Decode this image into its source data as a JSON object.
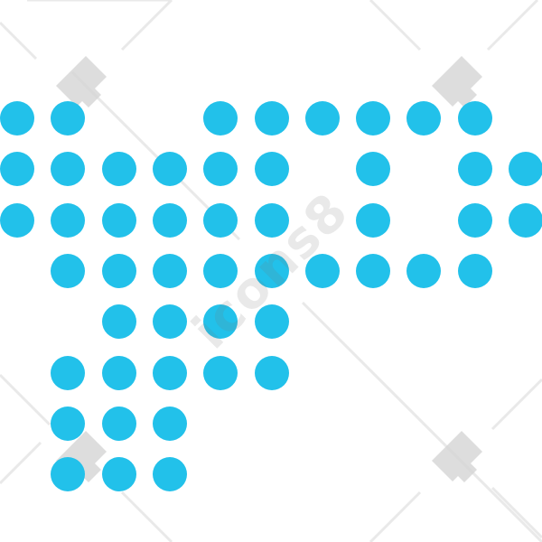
{
  "image": {
    "background_color": "#ffffff",
    "dot_color": "#22c1ea",
    "watermark": {
      "text": "icons8",
      "color": "#9e9e9e",
      "opacity": 0.16
    },
    "dot_grid": {
      "rows": [
        [
          1,
          1,
          0,
          0,
          1,
          1,
          1,
          1,
          1,
          1,
          0
        ],
        [
          1,
          1,
          1,
          1,
          1,
          1,
          0,
          1,
          0,
          1,
          1
        ],
        [
          1,
          1,
          1,
          1,
          1,
          1,
          0,
          1,
          0,
          1,
          1
        ],
        [
          0,
          1,
          1,
          1,
          1,
          1,
          1,
          1,
          1,
          1,
          0
        ],
        [
          0,
          0,
          1,
          1,
          1,
          1,
          0,
          0,
          0,
          0,
          0
        ],
        [
          0,
          1,
          1,
          1,
          1,
          1,
          0,
          0,
          0,
          0,
          0
        ],
        [
          0,
          1,
          1,
          1,
          0,
          0,
          0,
          0,
          0,
          0,
          0
        ],
        [
          0,
          1,
          1,
          1,
          0,
          0,
          0,
          0,
          0,
          0,
          0
        ]
      ]
    }
  }
}
